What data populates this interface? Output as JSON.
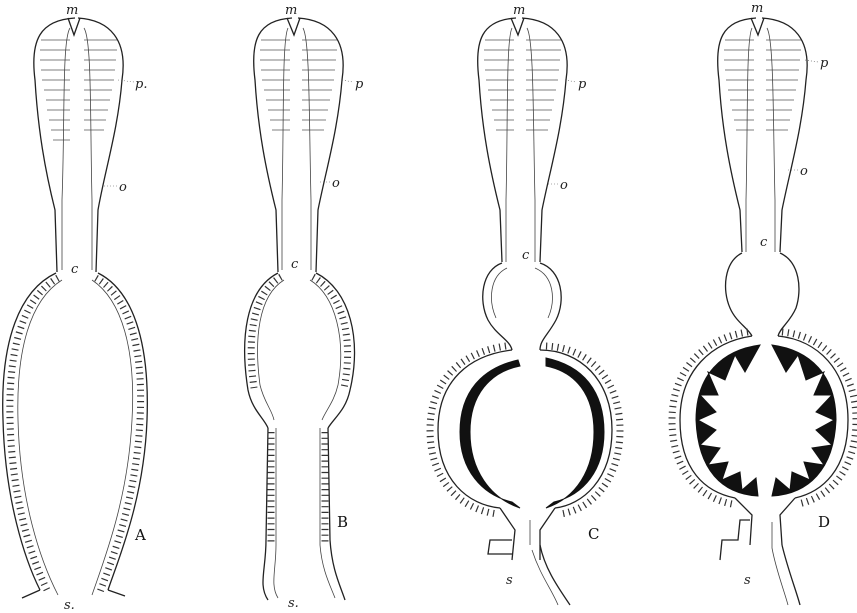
{
  "panels": [
    {
      "id": "A",
      "title": "A",
      "labels": {
        "m": "m",
        "p": "p.",
        "o": "o",
        "c": "c",
        "s": "s."
      }
    },
    {
      "id": "B",
      "title": "B",
      "labels": {
        "m": "m",
        "p": "p",
        "o": "o",
        "c": "c",
        "s": "s."
      }
    },
    {
      "id": "C",
      "title": "C",
      "labels": {
        "m": "m",
        "p": "p",
        "o": "o",
        "c": "c",
        "s": "s"
      }
    },
    {
      "id": "D",
      "title": "D",
      "labels": {
        "m": "m",
        "p": "p",
        "o": "o",
        "c": "c",
        "s": "s"
      }
    }
  ],
  "colors": {
    "ink": "#111111",
    "paper": "#ffffff"
  }
}
